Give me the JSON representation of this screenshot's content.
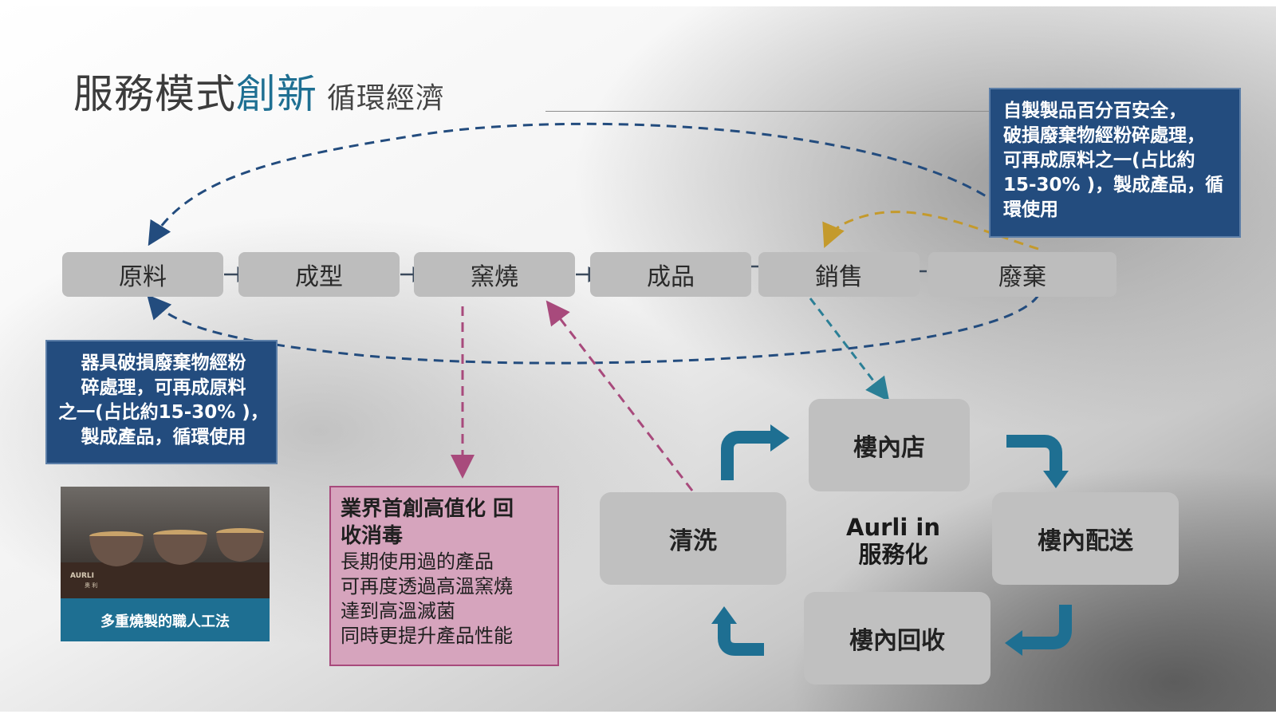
{
  "title": {
    "main": "服務模式",
    "accent": "創新",
    "sub": "循環經濟"
  },
  "process": [
    "原料",
    "成型",
    "窯燒",
    "成品",
    "銷售",
    "廢棄"
  ],
  "note_top_right": [
    "自製製品百分百安全，",
    "破損廢棄物經粉碎處理，",
    "可再成原料之一(占比約",
    "15-30% )，製成產品，循",
    "環使用"
  ],
  "note_left": [
    "器具破損廢棄物經粉",
    "碎處理，可再成原料",
    "之一(占比約15-30% )，",
    "製成產品，循環使用"
  ],
  "pink_note": {
    "heading": [
      "業界首創高值化 回",
      "收消毒"
    ],
    "lines": [
      "長期使用過的產品",
      "可再度透過高溫窯燒",
      "達到高溫滅菌",
      "同時更提升產品性能"
    ]
  },
  "cycle": {
    "center": [
      "Aurli in",
      "服務化"
    ],
    "top": "樓內店",
    "right": "樓內配送",
    "bottom": "樓內回收",
    "left": "清洗"
  },
  "photo": {
    "brand": "AURLI",
    "brand_sub": "奧 利",
    "caption": "多重燒製的職人工法"
  },
  "colors": {
    "accent": "#1e6f92",
    "navy": "#234c7e",
    "pink": "#d6a4bd",
    "gold": "#c49a2c",
    "teal": "#2b7f96"
  }
}
